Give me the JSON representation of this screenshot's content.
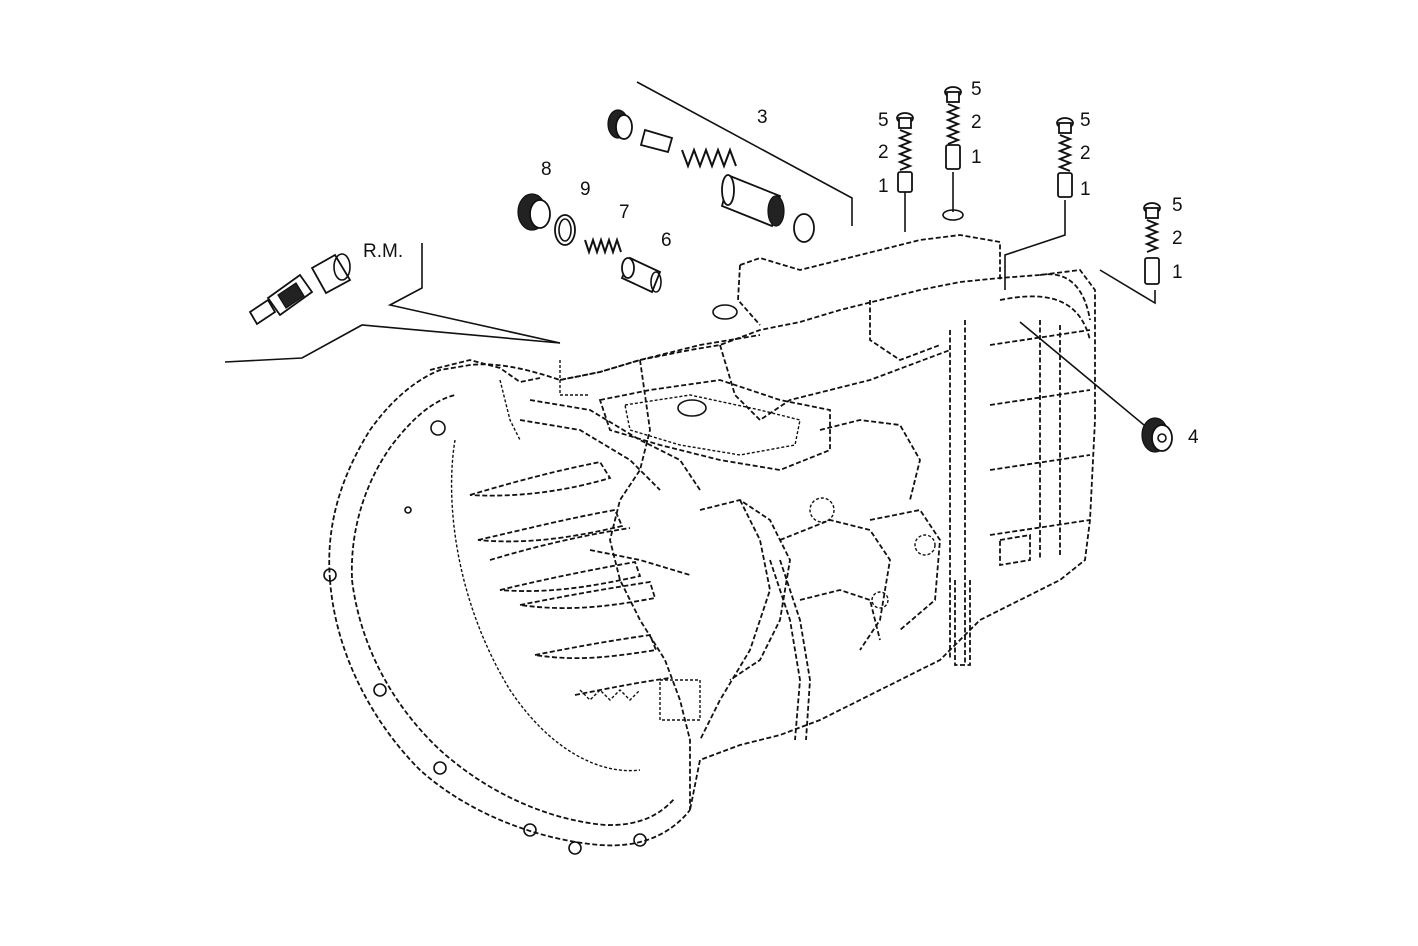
{
  "diagram": {
    "reference": "R.M.",
    "callouts": {
      "group_3": "3",
      "part_8": "8",
      "part_9": "9",
      "part_7": "7",
      "part_6": "6",
      "part_4": "4",
      "stack_a": {
        "top": "5",
        "mid": "2",
        "bottom": "1"
      },
      "stack_b": {
        "top": "5",
        "mid": "2",
        "bottom": "1"
      },
      "stack_c": {
        "top": "5",
        "mid": "2",
        "bottom": "1"
      },
      "stack_d": {
        "top": "5",
        "mid": "2",
        "bottom": "1"
      }
    }
  }
}
